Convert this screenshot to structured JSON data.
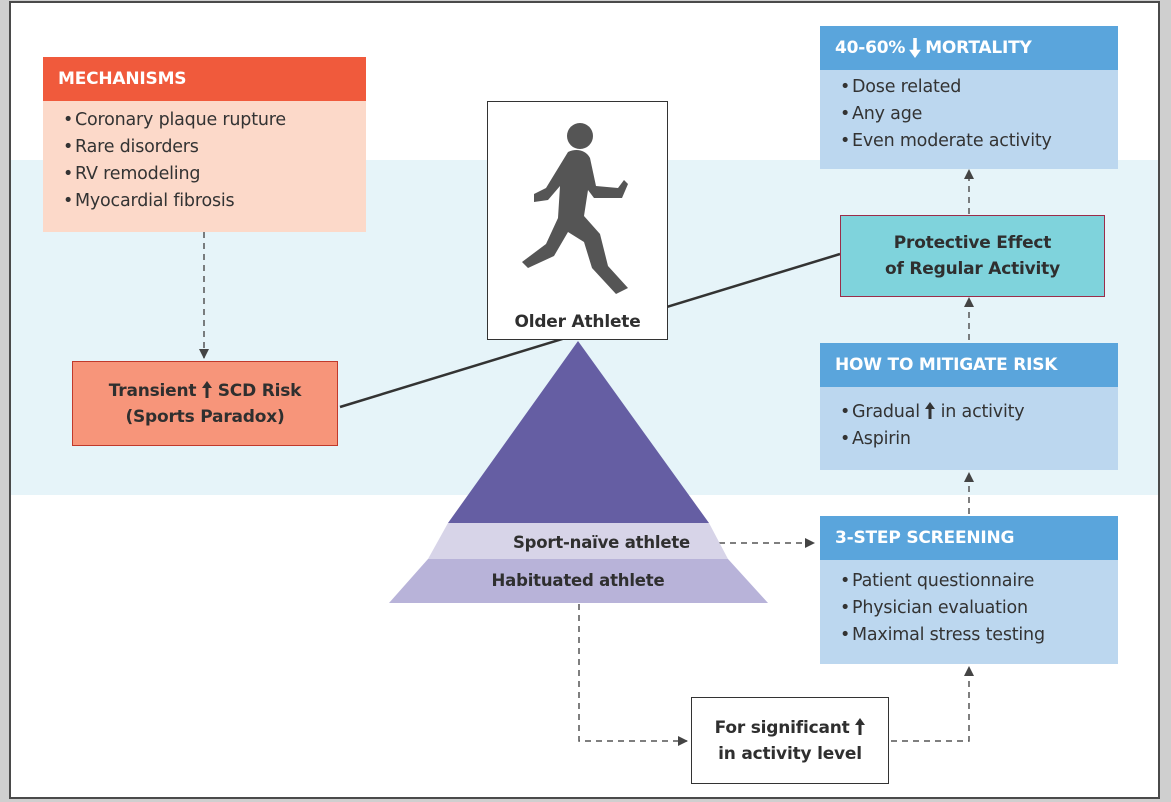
{
  "mechanisms": {
    "title": "MECHANISMS",
    "items": [
      "Coronary plaque rupture",
      "Rare disorders",
      "RV remodeling",
      "Myocardial fibrosis"
    ]
  },
  "scd_risk": {
    "line1_prefix": "Transient",
    "line1_suffix": "SCD Risk",
    "line2": "(Sports Paradox)"
  },
  "athlete": {
    "label": "Older Athlete",
    "icon": "runner-icon"
  },
  "pyramid": {
    "sport_naive": "Sport-naïve athlete",
    "habituated": "Habituated athlete"
  },
  "mortality": {
    "title_prefix": "40-60%",
    "title_suffix": "MORTALITY",
    "items": [
      "Dose related",
      "Any age",
      "Even moderate activity"
    ]
  },
  "protective": {
    "line1": "Protective Effect",
    "line2": "of Regular Activity"
  },
  "mitigate": {
    "title": "HOW TO MITIGATE RISK",
    "item1_prefix": "Gradual",
    "item1_suffix": "in activity",
    "item2": "Aspirin"
  },
  "screening": {
    "title": "3-STEP SCREENING",
    "items": [
      "Patient questionnaire",
      "Physician evaluation",
      "Maximal stress testing"
    ]
  },
  "activity": {
    "line1": "For significant",
    "line2": "in activity level"
  },
  "colors": {
    "red_header": "#f05a3c",
    "pink_body": "#fcd9c9",
    "salmon": "#f7957a",
    "blue_header": "#5aa5dc",
    "blue_body": "#bcd7ef",
    "teal": "#7fd3dc",
    "pyramid_top": "#655ea3",
    "pyramid_mid": "#d7d4e8",
    "pyramid_bottom": "#b8b3d9",
    "band": "#e6f4f9"
  }
}
